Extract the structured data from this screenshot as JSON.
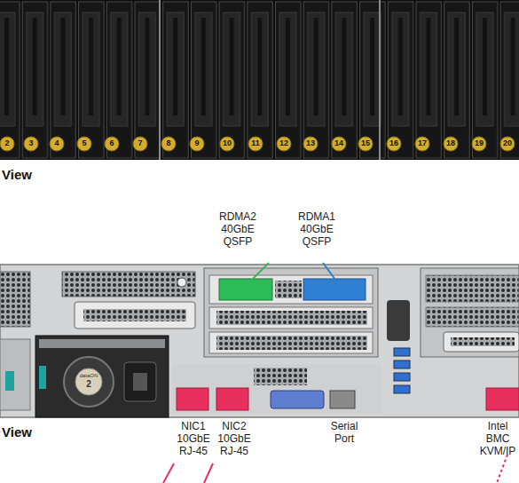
{
  "diagram": {
    "labels": [
      "2",
      "3",
      "4",
      "5",
      "6",
      "7",
      "8",
      "9",
      "10",
      "11",
      "12",
      "13",
      "14",
      "15",
      "16",
      "17",
      "18",
      "19",
      "20",
      "View",
      "RDMA2 40GbE QSFP",
      "RDMA1 40GbE QSFP",
      "dataON",
      "2",
      "View",
      "NIC1 10GbE RJ-45",
      "NIC2 10GbE RJ-45",
      "Serial Port",
      "Intel BMC KVM/IP"
    ]
  }
}
